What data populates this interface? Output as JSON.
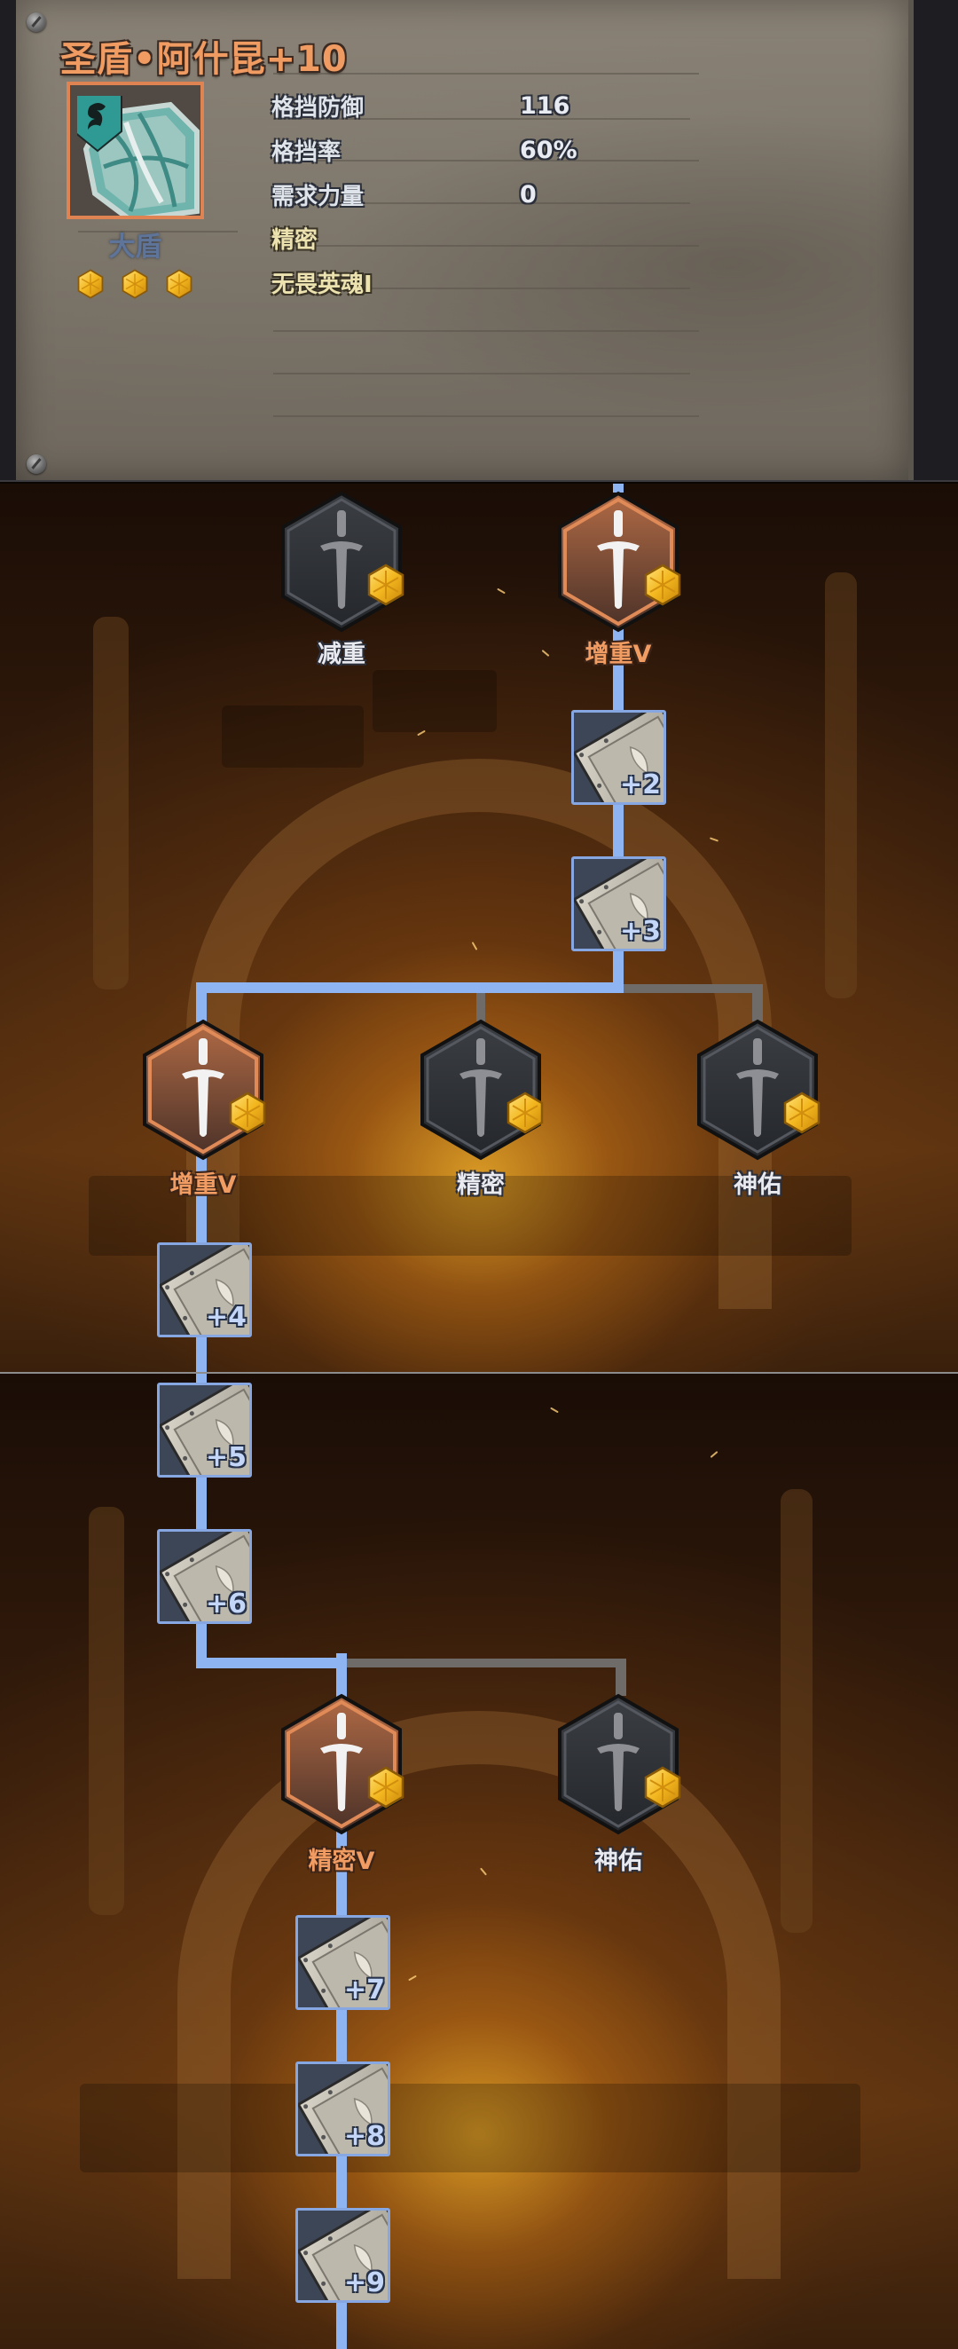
{
  "item": {
    "title": "圣盾•阿什昆+10",
    "type": "大盾",
    "star_count": 3,
    "stats": [
      {
        "label": "格挡防御",
        "value": "116"
      },
      {
        "label": "格挡率",
        "value": "60%"
      },
      {
        "label": "需求力量",
        "value": "0"
      }
    ],
    "traits": [
      {
        "label": "精密"
      },
      {
        "label": "无畏英魂I"
      }
    ],
    "icons": {
      "item_icon": "tower-shield-icon",
      "star": "gold-hexagon-star-icon"
    }
  },
  "forge_tree": {
    "section_1": {
      "top_nodes": [
        {
          "label": "减重",
          "state": "locked",
          "icon": "sword-icon"
        },
        {
          "label": "增重V",
          "state": "selected",
          "icon": "sword-icon"
        }
      ],
      "upgrades": [
        {
          "label": "+2"
        },
        {
          "label": "+3"
        }
      ],
      "branch_nodes": [
        {
          "label": "增重V",
          "state": "selected",
          "icon": "sword-icon"
        },
        {
          "label": "精密",
          "state": "locked",
          "icon": "sword-icon"
        },
        {
          "label": "神佑",
          "state": "locked",
          "icon": "sword-icon"
        }
      ],
      "after_upgrades": [
        {
          "label": "+4"
        }
      ]
    },
    "section_2": {
      "upgrades_before": [
        {
          "label": "+5"
        },
        {
          "label": "+6"
        }
      ],
      "branch_nodes": [
        {
          "label": "精密V",
          "state": "selected",
          "icon": "sword-icon"
        },
        {
          "label": "神佑",
          "state": "locked",
          "icon": "sword-icon"
        }
      ],
      "upgrades_after": [
        {
          "label": "+7"
        },
        {
          "label": "+8"
        },
        {
          "label": "+9"
        }
      ]
    }
  },
  "colors": {
    "title_orange": "#f09b62",
    "selected_path": "#8fb4f2",
    "locked_path": "#6e6b68",
    "selected_node": "#c9784a",
    "locked_node": "#2f3236",
    "badge_gold": "#f2b51c"
  }
}
